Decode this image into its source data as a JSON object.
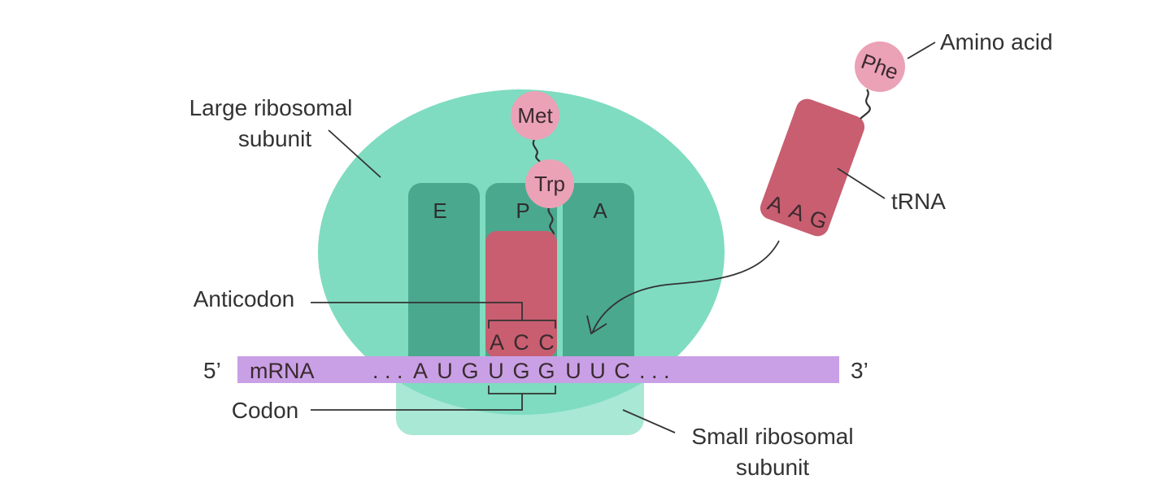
{
  "colors": {
    "large_subunit": "#7fdcc0",
    "site_bg": "#4aa88f",
    "small_subunit": "#a8e8d4",
    "mrna": "#c9a0e6",
    "trna": "#c85e70",
    "amino_acid": "#eba2b6",
    "text": "#333333"
  },
  "labels": {
    "large_subunit_line1": "Large ribosomal",
    "large_subunit_line2": "subunit",
    "small_subunit_line1": "Small ribosomal",
    "small_subunit_line2": "subunit",
    "anticodon": "Anticodon",
    "codon": "Codon",
    "amino_acid": "Amino acid",
    "trna": "tRNA",
    "mrna": "mRNA",
    "five_prime": "5’",
    "three_prime": "3’"
  },
  "sites": {
    "e": "E",
    "p": "P",
    "a": "A"
  },
  "amino_acids": {
    "met": "Met",
    "trp": "Trp",
    "phe": "Phe"
  },
  "bound_trna": {
    "anticodon": [
      "A",
      "C",
      "C"
    ]
  },
  "incoming_trna": {
    "anticodon": [
      "A",
      "A",
      "G"
    ]
  },
  "mrna": {
    "leading_dots": ". . .",
    "bases": [
      "A",
      "U",
      "G",
      "U",
      "G",
      "G",
      "U",
      "U",
      "C"
    ],
    "trailing_dots": ". . ."
  }
}
